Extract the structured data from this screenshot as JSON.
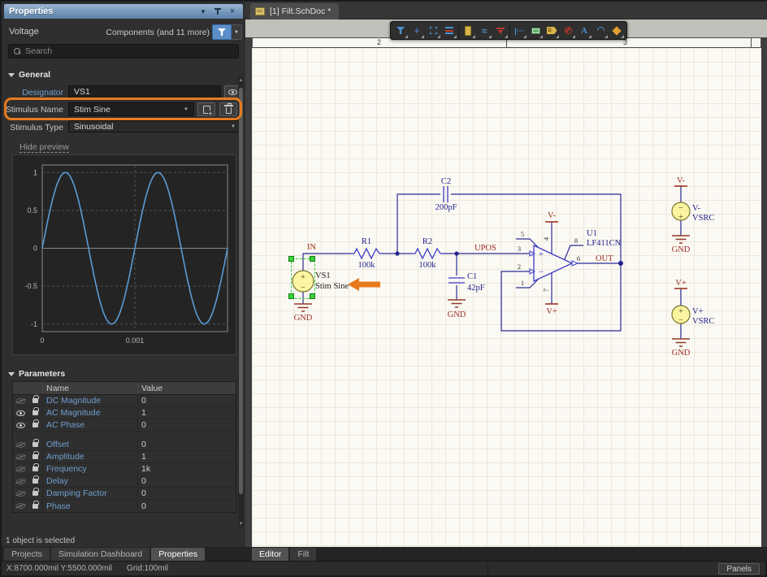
{
  "panel": {
    "title": "Properties",
    "object_type": "Voltage",
    "scope_label": "Components (and 11 more)",
    "search_placeholder": "Search",
    "general_section": "General",
    "fields": {
      "designator_label": "Designator",
      "designator_value": "VS1",
      "stimulus_name_label": "Stimulus Name",
      "stimulus_name_value": "Stim Sine",
      "stimulus_type_label": "Stimulus Type",
      "stimulus_type_value": "Sinusoidal"
    },
    "hide_preview_label": "Hide preview",
    "parameters_section": "Parameters",
    "selection_status": "1 object is selected"
  },
  "parameters_table": {
    "columns": [
      "Name",
      "Value"
    ],
    "rows": [
      {
        "name": "DC Magnitude",
        "value": "0",
        "visible": false,
        "locked": true
      },
      {
        "name": "AC Magnitude",
        "value": "1",
        "visible": true,
        "locked": true
      },
      {
        "name": "AC Phase",
        "value": "0",
        "visible": true,
        "locked": true
      },
      {
        "name": "Offset",
        "value": "0",
        "visible": false,
        "locked": true
      },
      {
        "name": "Amplitude",
        "value": "1",
        "visible": false,
        "locked": true
      },
      {
        "name": "Frequency",
        "value": "1k",
        "visible": false,
        "locked": true
      },
      {
        "name": "Delay",
        "value": "0",
        "visible": false,
        "locked": true
      },
      {
        "name": "Damping Factor",
        "value": "0",
        "visible": false,
        "locked": true
      },
      {
        "name": "Phase",
        "value": "0",
        "visible": false,
        "locked": true
      }
    ]
  },
  "chart_data": {
    "type": "line",
    "title": "",
    "xlabel": "",
    "ylabel": "",
    "x_range": [
      0,
      0.002
    ],
    "y_range": [
      -1.1,
      1.1
    ],
    "x_ticks": [
      "0",
      "0.001"
    ],
    "y_ticks": [
      "1",
      "0.5",
      "0",
      "-0.5",
      "-1"
    ],
    "grid": "dashed",
    "series": [
      {
        "name": "stimulus-preview",
        "waveform": "sine",
        "amplitude": 1,
        "frequency_hz": 1000,
        "offset": 0,
        "phase_deg": 0,
        "cycles_shown": 2,
        "color": "#5b9bd5"
      }
    ]
  },
  "doc_tabs": {
    "active": "[1] Filt.SchDoc *"
  },
  "toolbar": {
    "buttons": [
      "filter",
      "cross-cursor",
      "selection-rect",
      "align",
      "place-part",
      "place-wire",
      "place-power-port",
      "place-probe",
      "place-sheet-symbol",
      "place-net-label",
      "place-no-erc",
      "place-text",
      "place-arc",
      "place-parameter-set"
    ],
    "netlabel_glyph": "D"
  },
  "schematic": {
    "ruler": {
      "col2": "2",
      "col3": "3"
    },
    "net_labels": {
      "in": "IN",
      "upos": "UPOS",
      "out": "OUT"
    },
    "power": {
      "vminus": "V-",
      "vplus": "V+",
      "gnd": "GND"
    },
    "symbols": {
      "plus": "+",
      "minus": "−"
    },
    "components": {
      "vs1": {
        "designator": "VS1",
        "comment": "Stim Sine"
      },
      "r1": {
        "designator": "R1",
        "value": "100k"
      },
      "r2": {
        "designator": "R2",
        "value": "100k"
      },
      "c1": {
        "designator": "C1",
        "value": "42pF"
      },
      "c2": {
        "designator": "C2",
        "value": "200pF"
      },
      "u1": {
        "designator": "U1",
        "comment": "LF411CN"
      },
      "vsrc_neg": {
        "designator": "V-",
        "comment": "VSRC"
      },
      "vsrc_pos": {
        "designator": "V+",
        "comment": "VSRC"
      }
    },
    "pins": {
      "p1": "1",
      "p2": "2",
      "p3": "3",
      "p4": "4",
      "p5": "5",
      "p6": "6",
      "p7": "7",
      "p8": "8"
    }
  },
  "bottom_tabs": {
    "projects": "Projects",
    "simulation_dashboard": "Simulation Dashboard",
    "properties": "Properties",
    "editor": "Editor",
    "filt": "Filt"
  },
  "status_bar": {
    "coordinates": "X:8700.000mil Y:5500.000mil",
    "grid": "Grid:100mil",
    "panels_button": "Panels"
  },
  "colors": {
    "annotation_orange": "#e87b1e",
    "selection_green": "#2fd12f",
    "wire_blue": "#2b2b96",
    "symbol_blue": "#3a3ac8",
    "net_label_red": "#9e2f23",
    "source_fill_yellow": "#fbf4a0",
    "accent_blue": "#5b8fc9",
    "sine_blue": "#5b9bd5"
  }
}
